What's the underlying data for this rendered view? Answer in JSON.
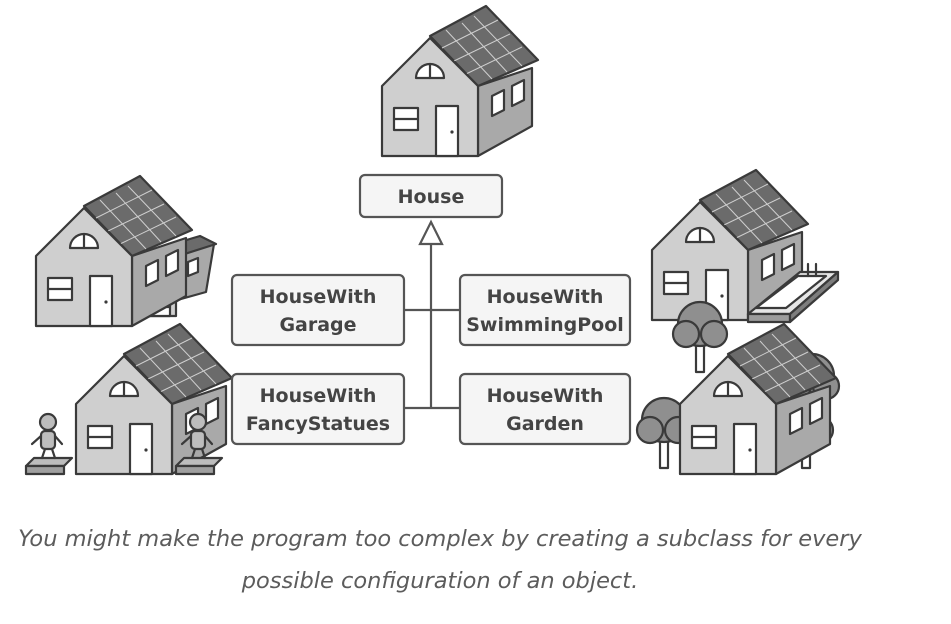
{
  "diagram": {
    "base_class": "House",
    "subclasses": {
      "garage": [
        "HouseWith",
        "Garage"
      ],
      "swimming_pool": [
        "HouseWith",
        "SwimmingPool"
      ],
      "fancy_statues": [
        "HouseWith",
        "FancyStatues"
      ],
      "garden": [
        "HouseWith",
        "Garden"
      ]
    },
    "illustrations": [
      "house",
      "house-with-garage",
      "house-with-swimming-pool",
      "house-with-fancy-statues",
      "house-with-garden"
    ]
  },
  "caption": "You might make the program too complex by creating a subclass for every possible configuration of an object."
}
